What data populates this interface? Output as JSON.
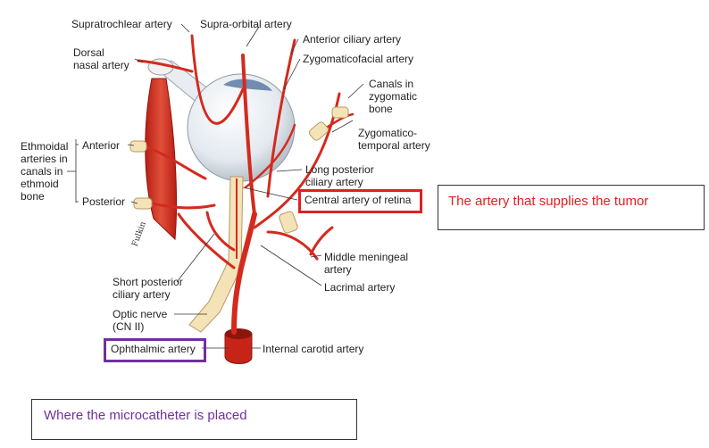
{
  "labels": {
    "supratrochlear": "Supratrochlear artery",
    "supraorbital": "Supra-orbital artery",
    "anterior_ciliary": "Anterior ciliary artery",
    "dorsal_nasal_1": "Dorsal",
    "dorsal_nasal_2": "nasal artery",
    "zygomaticofacial": "Zygomaticofacial artery",
    "canals_1": "Canals in",
    "canals_2": "zygomatic",
    "canals_3": "bone",
    "ethmoidal_1": "Ethmoidal",
    "ethmoidal_2": "arteries in",
    "ethmoidal_3": "canals in",
    "ethmoidal_4": "ethmoid",
    "ethmoidal_5": "bone",
    "anterior": "Anterior",
    "posterior": "Posterior",
    "zygomaticotemporal_1": "Zygomatico-",
    "zygomaticotemporal_2": "temporal artery",
    "long_posterior_1": "Long posterior",
    "long_posterior_2": "ciliary artery",
    "central_artery": "Central artery of retina",
    "middle_meningeal_1": "Middle meningeal",
    "middle_meningeal_2": "artery",
    "lacrimal": "Lacrimal artery",
    "short_posterior_1": "Short posterior",
    "short_posterior_2": "ciliary artery",
    "optic_nerve_1": "Optic nerve",
    "optic_nerve_2": "(CN II)",
    "ophthalmic": "Ophthalmic artery",
    "internal_carotid": "Internal carotid artery"
  },
  "annotations": {
    "tumor_note": "The artery that supplies the tumor",
    "catheter_note": "Where the microcatheter is placed"
  },
  "colors": {
    "artery": "#d42a1e",
    "artery_dark": "#a51a12",
    "nerve": "#f5e3b8",
    "eyeball": "#e8edf2",
    "highlight_red": "#e02020",
    "highlight_purple": "#7030a0"
  },
  "signature": "Fulkin"
}
